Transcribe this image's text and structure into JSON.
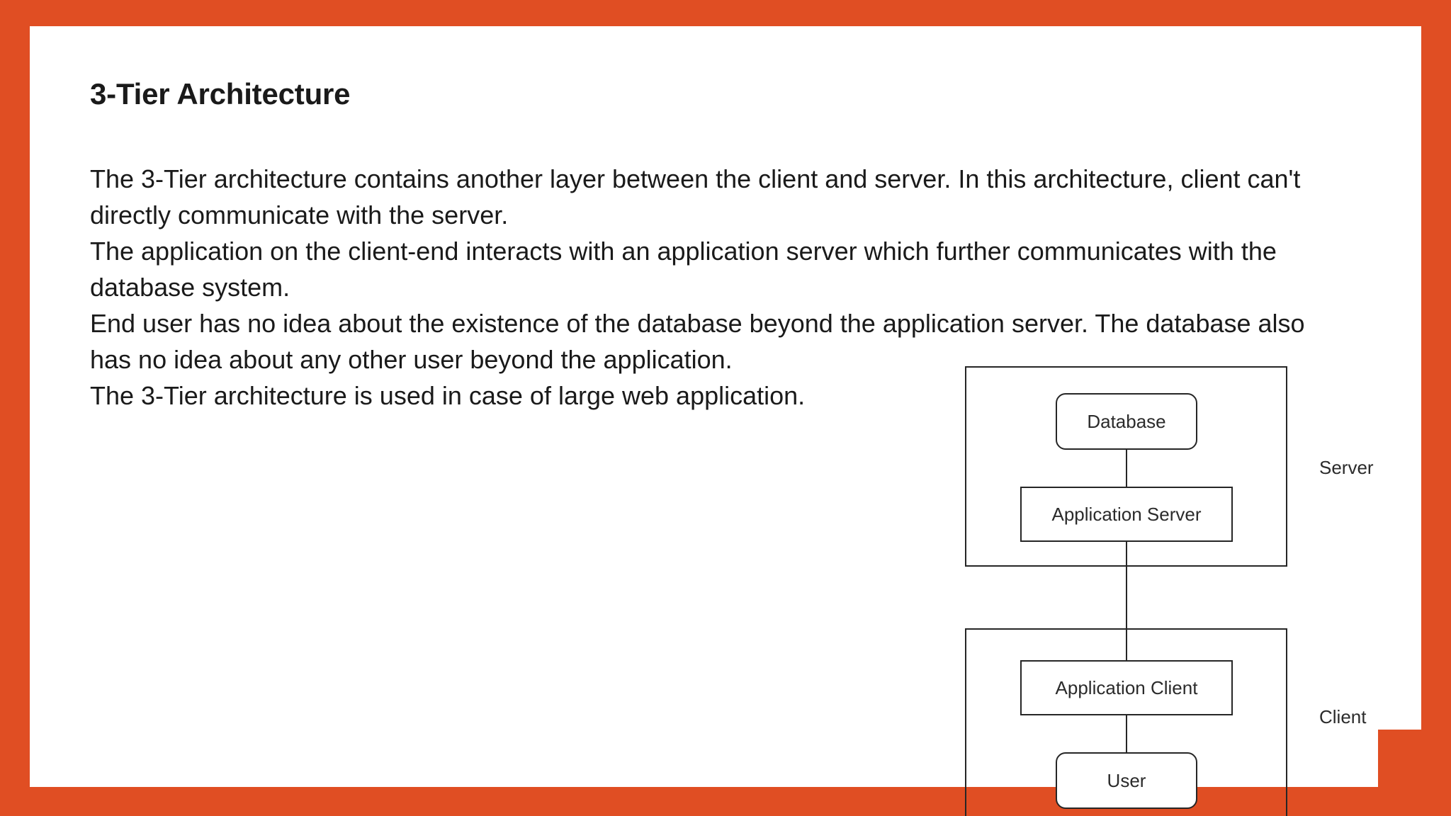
{
  "slide": {
    "title": "3-Tier Architecture",
    "accent_color": "#E04E23",
    "panel_color": "#FFFFFF",
    "text_color": "#1A1A1A"
  },
  "body": {
    "paragraphs": [
      {
        "lines": [
          "The 3-Tier architecture contains another layer between the client and server. In this architecture, client can't",
          "directly communicate with the server."
        ]
      },
      {
        "lines": [
          "The application on the client-end interacts with an application server which further communicates with the",
          "database system."
        ]
      },
      {
        "lines": [
          "End user has no idea about the existence of the database beyond the application server. The database also",
          "has no idea about any other user beyond the application."
        ]
      },
      {
        "lines": [
          "The 3-Tier architecture is used in case of large web application."
        ]
      }
    ]
  },
  "diagram": {
    "type": "diagram",
    "groups": [
      {
        "id": "server",
        "label": "Server"
      },
      {
        "id": "client",
        "label": "Client"
      }
    ],
    "nodes": [
      {
        "id": "database",
        "label": "Database",
        "shape": "rounded-rect",
        "group": "server"
      },
      {
        "id": "app-server",
        "label": "Application Server",
        "shape": "rect",
        "group": "server"
      },
      {
        "id": "app-client",
        "label": "Application Client",
        "shape": "rect",
        "group": "client"
      },
      {
        "id": "user",
        "label": "User",
        "shape": "rounded-rect",
        "group": "client"
      }
    ],
    "edges": [
      {
        "from": "database",
        "to": "app-server"
      },
      {
        "from": "app-server",
        "to": "app-client"
      },
      {
        "from": "app-client",
        "to": "user"
      }
    ],
    "stroke_color": "#262626"
  }
}
